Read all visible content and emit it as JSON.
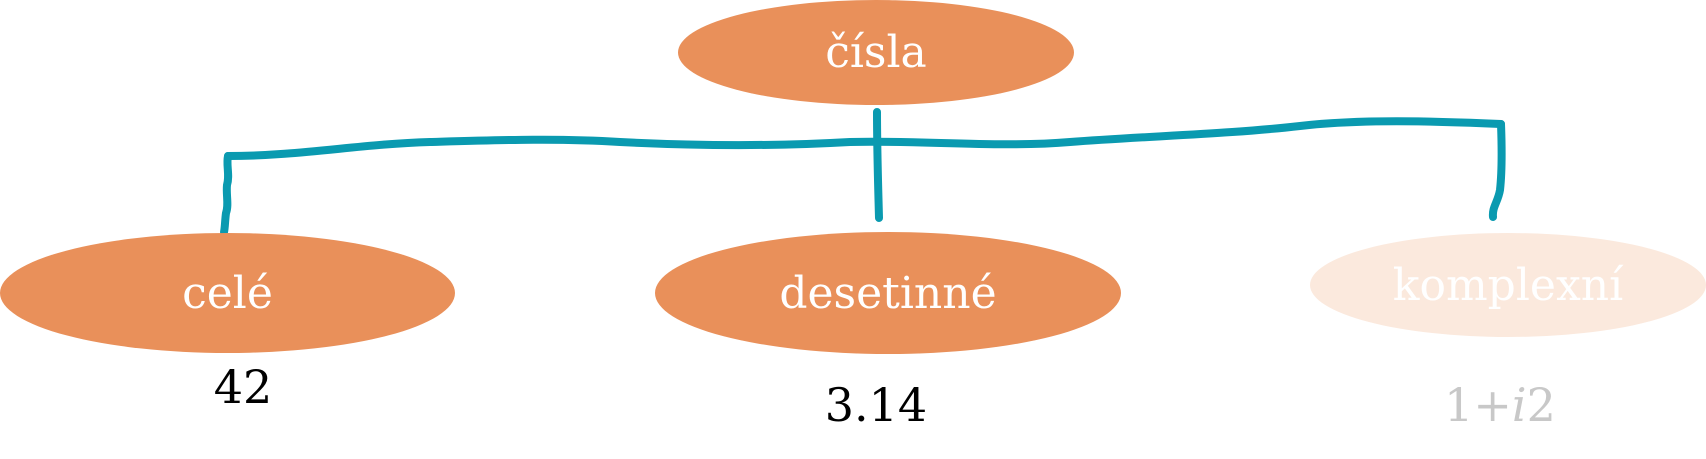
{
  "colors": {
    "node_fill": "#e9905a",
    "node_fill_faded": "#fbe9dd",
    "node_text": "#ffffff",
    "connector": "#0a9ab0",
    "example_text": "#000000",
    "example_text_faded": "#c8c8c8"
  },
  "tree": {
    "root": {
      "label": "čísla"
    },
    "children": [
      {
        "label": "celé",
        "example": "42",
        "faded": false
      },
      {
        "label": "desetinné",
        "example": "3.14",
        "faded": false
      },
      {
        "label": "komplexní",
        "example_parts": [
          "1+",
          "i",
          "2"
        ],
        "faded": true
      }
    ]
  }
}
